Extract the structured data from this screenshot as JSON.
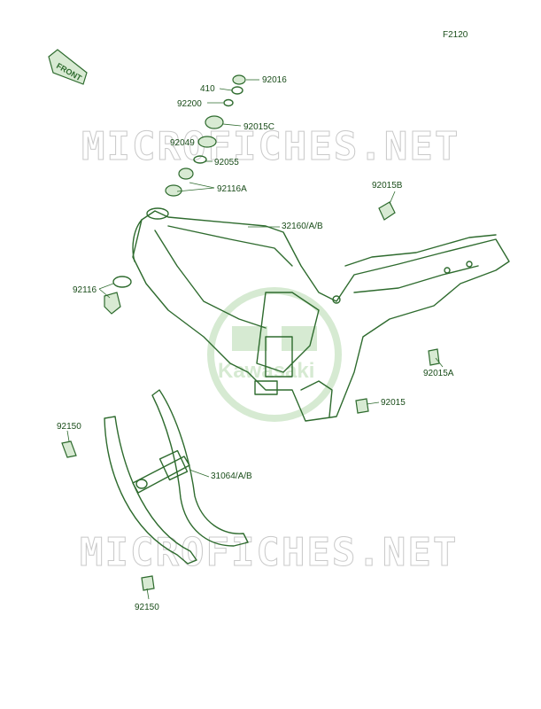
{
  "diagram_code": "F2120",
  "front_label": "FRONT",
  "watermark_text": "MICROFICHES.NET",
  "logo_text": "Kawasaki",
  "colors": {
    "line": "#2e6b2e",
    "fill": "#d8ead3",
    "watermark": "#c9c9c9",
    "logo": "#d6ead2"
  },
  "part_labels": {
    "p92016": "92016",
    "p410": "410",
    "p92200": "92200",
    "p92015c": "92015C",
    "p92049": "92049",
    "p92055": "92055",
    "p92116a": "92116A",
    "p92015b": "92015B",
    "p32160": "32160/A/B",
    "p92116": "92116",
    "p92015a": "92015A",
    "p92015": "92015",
    "p92150_top": "92150",
    "p31064": "31064/A/B",
    "p92150_bottom": "92150"
  }
}
